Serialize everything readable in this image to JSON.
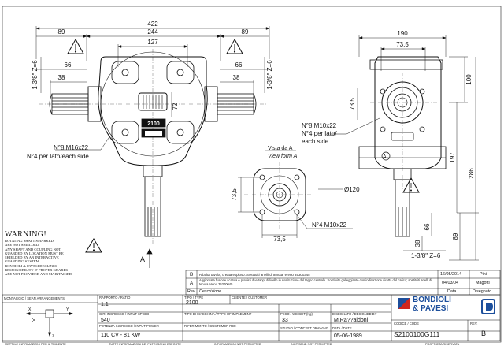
{
  "front": {
    "dims": {
      "d422": "422",
      "d244": "244",
      "d127": "127",
      "d89l": "89",
      "d89r": "89",
      "d66l": "66",
      "d38l": "38",
      "d66r": "66",
      "d38r": "38",
      "d72": "72"
    },
    "spline_left": "1-3/8\" Z=6",
    "spline_right": "1-3/8\" Z=6",
    "ratio_plate": "2100",
    "label_left_1": "N°8 M16x22",
    "label_left_2": "N°4 per lato/each side",
    "arrow_label": "A"
  },
  "side": {
    "dims": {
      "d190": "190",
      "d73_5": "73,5",
      "d100": "100",
      "d73_5v": "73,5",
      "d197": "197",
      "d286": "286",
      "d89": "89",
      "d66": "66",
      "d38": "38"
    },
    "label_1": "N°8 M10x22",
    "label_2": "N°4 per lato/",
    "label_3": "each side",
    "view_letter": "A",
    "spline": "1-3/8\" Z=6"
  },
  "view": {
    "title_it": "Vista da A",
    "title_en": "View form A",
    "d120": "Ø120",
    "d73_5v": "73,5",
    "d73_5h": "73,5",
    "bolts": "N°4 M10x22"
  },
  "warning": {
    "title": "WARNING!",
    "lines": [
      "ROTATING SHAFT SMARKED",
      "ARE NOT SHIELDED.",
      "ANY SHAFT AND COUPLING NOT",
      "GUARDED BY LOCATION MUST BE",
      "SHIELDED BY AN INTERACTIVE",
      "GUARDING SYSTEM.",
      "BONDIOLI & PAVESI DECLINES",
      "RESPONSIBILITY IF PROPER GUARDS",
      "ARE NOT PROVIDED AND MAINTAINED."
    ]
  },
  "revisions": [
    {
      "rev": "B",
      "desc": "Ribalta tavola; creata esploso. Sostituiti anelli di tenuta, ereno 35300345",
      "date": "16/05/2014",
      "by": "Pini"
    },
    {
      "rev": "A",
      "desc": "Aggiornata fusione scatola e previsti due tappi di livello in sostituzione del tappo centrale. Sostituito galleggiante con indicazione diretta del carico; sostituiti anelli di tenuta ereno 35300045",
      "date": "04/03/04",
      "by": "Magotti"
    },
    {
      "rev": "Rev.",
      "desc": "Descrizione",
      "date": "Data",
      "by": "Disegnato"
    }
  ],
  "title_block": {
    "mounting_label": "MONTAGGIO / SEAN ARRANGEMENTS",
    "ratio_label": "RAPPORTO / RATIO",
    "ratio": "1:1",
    "type_label": "TIPO / TYPE",
    "type": "2100",
    "client_label": "CLIENTE / CUSTOMER",
    "client": "",
    "rpm_label": "GIRI INGRESSO / INPUT SPEED",
    "rpm": "540",
    "machine_label": "TIPO DI MACCHINA / TYPE OF IMPLEMENT",
    "machine": "",
    "weight_label": "PESO / WEIGHT (Kg)",
    "weight": "33",
    "drawn_label": "DISEGNATO / DESIGNED BY",
    "drawn": "M.Ra??aldoni",
    "power_label": "POTENZA INGRESSO / INPUT POWER",
    "power": "110 CV - 81 KW",
    "ref_label": "RIFERIMENTO / CUSTOMER REF.",
    "ref": "",
    "study_label": "STUDIO / CONCEPT DRAWING",
    "study": "",
    "date_label": "DATA / DATE",
    "date": "05-06-1989",
    "code_label": "CODICE / CODE",
    "code": "S2100100G111",
    "rev_label": "REV.",
    "rev": "B",
    "brand_1": "BONDIOLI",
    "brand_2": "& PAVESI"
  },
  "footer": {
    "f1": "METTIILE INFIRIMAZIONI PER IL TRIDENTE",
    "f2": "TUTTE INFORMAZIONI DEI FILTRI SONO ESPOSTE",
    "f3": "INFORMAZIONI NOT PERMITTED",
    "f4": "NOT SEND NOT PERMITTED",
    "f5": "PROPRIETA RISERVATA"
  },
  "colors": {
    "brand_red": "#d0261d",
    "brand_blue": "#1d4f9c",
    "line": "#111111"
  }
}
